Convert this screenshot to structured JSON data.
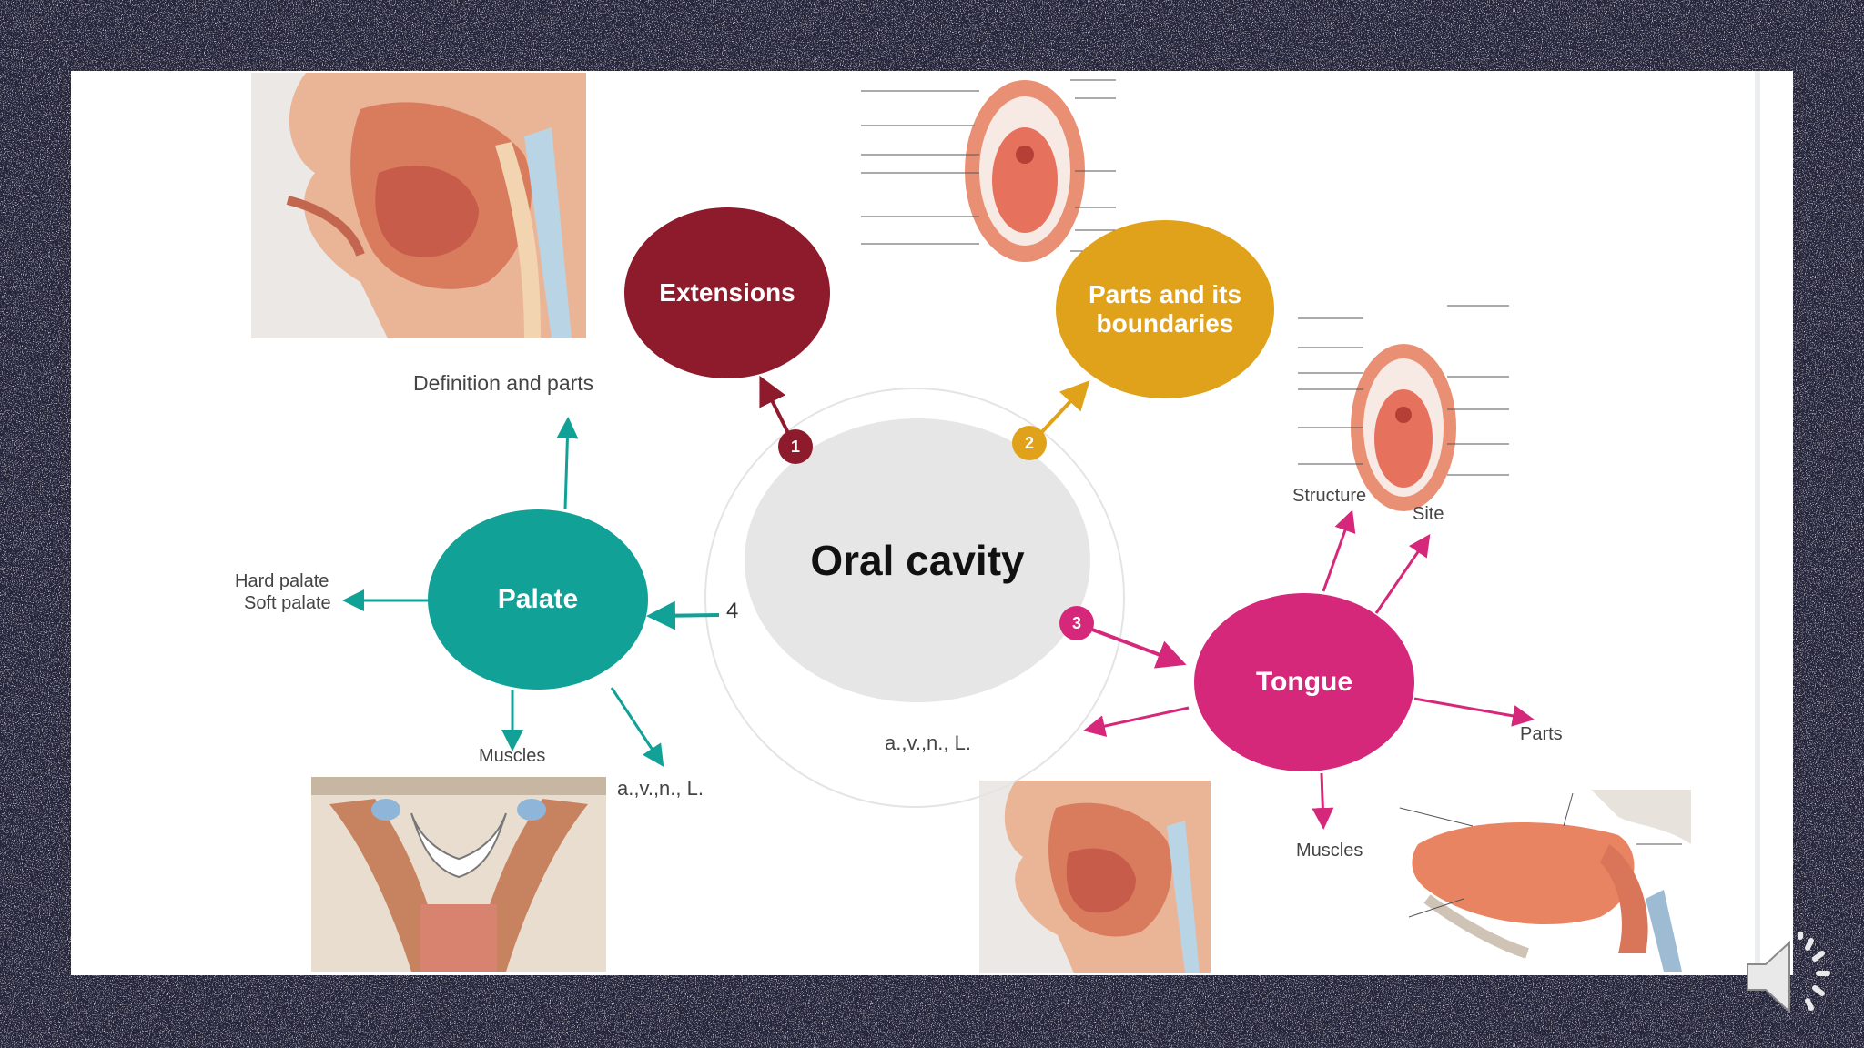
{
  "center": {
    "label": "Oral cavity"
  },
  "nodes": {
    "extensions": {
      "label": "Extensions",
      "badge": "1",
      "color": "#8e1b2c"
    },
    "parts": {
      "label": "Parts and its boundaries",
      "badge": "2",
      "color": "#e0a21a"
    },
    "tongue": {
      "label": "Tongue",
      "badge": "3",
      "color": "#d6287a"
    },
    "palate": {
      "label": "Palate",
      "badge": "4",
      "color": "#11a197"
    }
  },
  "labels": {
    "definition": "Definition and parts",
    "hard_palate": "Hard palate",
    "soft_palate": "Soft palate",
    "palate_muscles": "Muscles",
    "palate_avnl": "a.,v.,n., L.",
    "center_avnl": "a.,v.,n., L.",
    "structure": "Structure",
    "site": "Site",
    "tongue_parts": "Parts",
    "tongue_muscles": "Muscles"
  },
  "colors": {
    "background": "#24253a",
    "slide": "#ffffff",
    "center_fill": "#e6e6e6"
  },
  "icons": {
    "audio": "speaker-icon"
  }
}
